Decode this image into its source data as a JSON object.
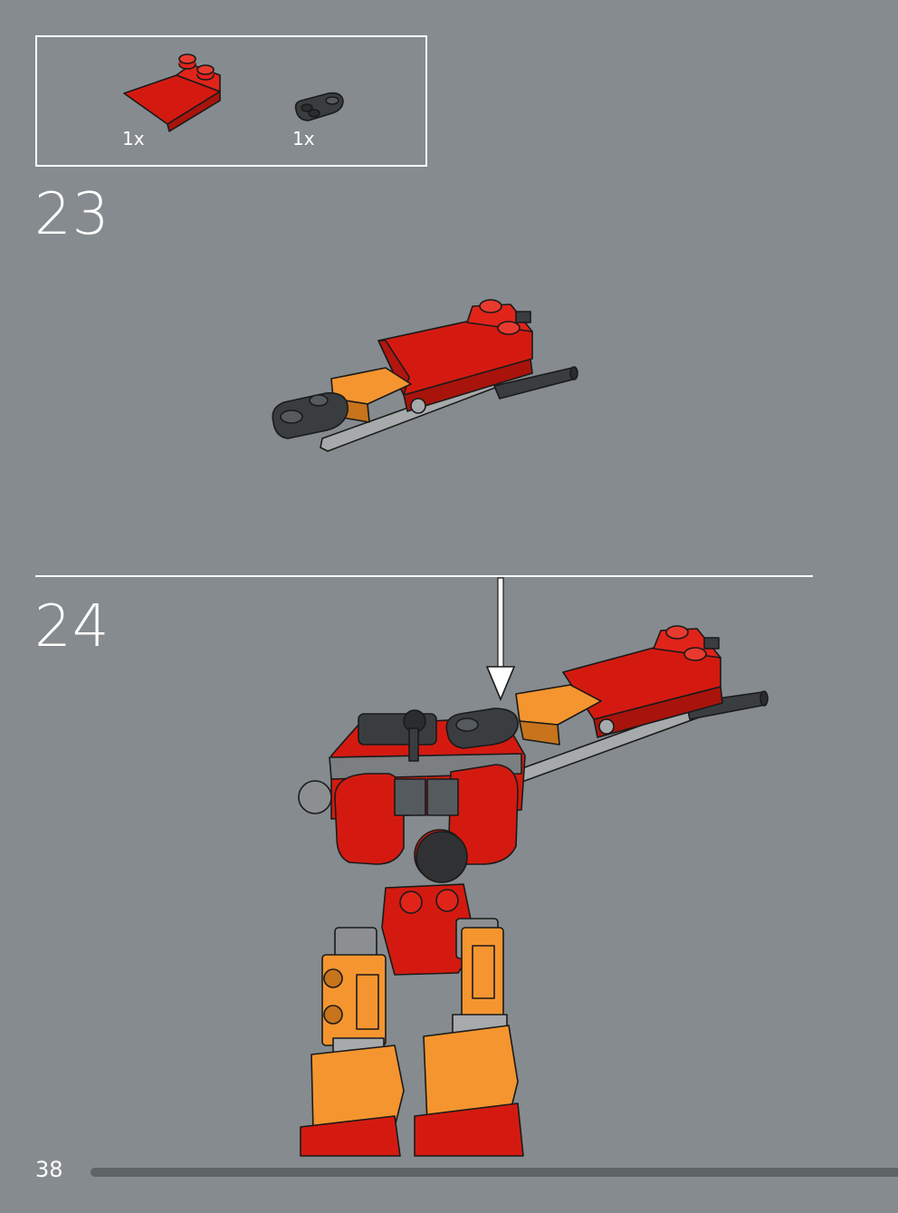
{
  "parts_list": {
    "items": [
      {
        "quantity": "1x",
        "part": "red-wedge-plate-icon",
        "color": "#d41a10"
      },
      {
        "quantity": "1x",
        "part": "dark-grey-clip-plate-icon",
        "color": "#3a3d40"
      }
    ]
  },
  "steps": [
    {
      "number": "23"
    },
    {
      "number": "24"
    }
  ],
  "page": {
    "number": "38"
  },
  "colors": {
    "background": "#858b8e",
    "red": "#d41a10",
    "orange": "#f5952f",
    "dark_grey": "#3a3d40",
    "light_grey": "#a7aaab",
    "white": "#ffffff"
  }
}
